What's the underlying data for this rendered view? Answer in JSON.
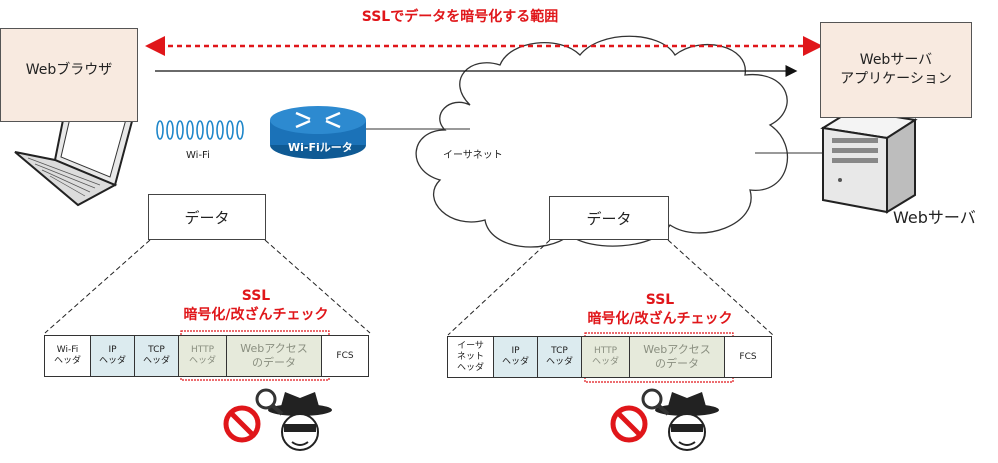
{
  "ssl_range_label": "SSLでデータを暗号化する範囲",
  "browser_label": "Webブラウザ",
  "server_app_label": "Webサーバ\nアプリケーション",
  "server_label": "Webサーバ",
  "wifi_label": "Wi-Fi",
  "router_label": "Wi-Fiルータ",
  "internet_label": "イーサネット",
  "left_data_label": "データ",
  "right_data_label": "データ",
  "left_ssl_text": "SSL\n暗号化/改ざんチェック",
  "right_ssl_text": "SSL\n暗号化/改ざんチェック",
  "left_frame": [
    {
      "label": "Wi-Fi\nヘッダ",
      "style": "white"
    },
    {
      "label": "IP\nヘッダ",
      "style": "blue"
    },
    {
      "label": "TCP\nヘッダ",
      "style": "blue"
    },
    {
      "label": "HTTP\nヘッダ",
      "style": "green"
    },
    {
      "label": "Webアクセス\nのデータ",
      "style": "green-wide"
    },
    {
      "label": "FCS",
      "style": "white"
    }
  ],
  "right_frame": [
    {
      "label": "イーサ\nネット\nヘッダ",
      "style": "white"
    },
    {
      "label": "IP\nヘッダ",
      "style": "blue"
    },
    {
      "label": "TCP\nヘッダ",
      "style": "blue"
    },
    {
      "label": "HTTP\nヘッダ",
      "style": "green"
    },
    {
      "label": "Webアクセス\nのデータ",
      "style": "green-wide"
    },
    {
      "label": "FCS",
      "style": "white"
    }
  ],
  "colors": {
    "accent_red": "#e0161a",
    "router_blue": "#1b72b8",
    "wifi_blue": "#1e86c9",
    "pink_box": "#f8eae0",
    "header_blue": "#dcebef",
    "encrypted_green": "#e6eadb"
  },
  "icons": [
    "laptop-icon",
    "router-icon",
    "server-tower-icon",
    "cloud-icon",
    "prohibited-icon",
    "hacker-icon",
    "magnifier-icon"
  ]
}
